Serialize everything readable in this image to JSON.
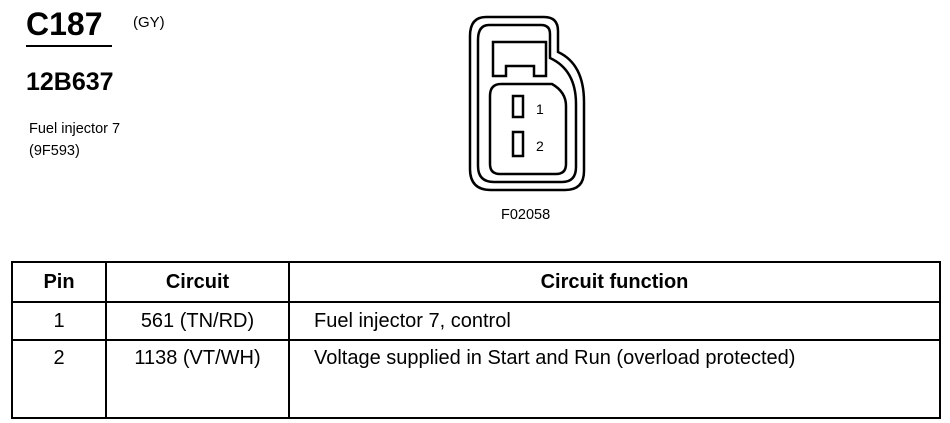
{
  "connector": {
    "id": "C187",
    "color_code": "(GY)",
    "part_number": "12B637",
    "description_line1": "Fuel injector 7",
    "description_line2": "(9F593)",
    "figure_code": "F02058",
    "pin_labels": [
      "1",
      "2"
    ]
  },
  "table": {
    "headers": [
      "Pin",
      "Circuit",
      "Circuit function"
    ],
    "rows": [
      {
        "pin": "1",
        "circuit": "561 (TN/RD)",
        "function": "Fuel injector 7, control"
      },
      {
        "pin": "2",
        "circuit": "1138 (VT/WH)",
        "function": "Voltage supplied in Start and Run (overload protected)"
      }
    ]
  }
}
